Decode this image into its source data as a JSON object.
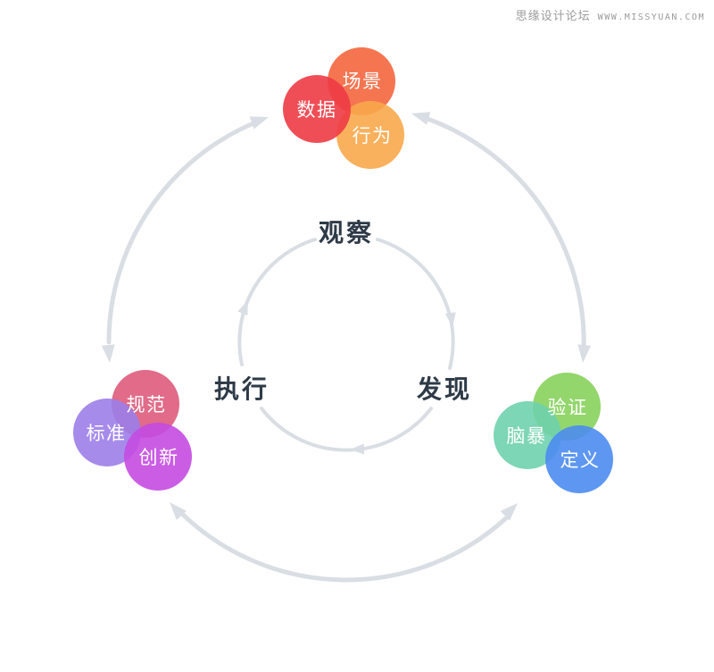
{
  "watermark": {
    "site_name": "思缘设计论坛",
    "site_url": "WWW.MISSYUAN.COM",
    "color": "#9B9B9B"
  },
  "palette": {
    "arc": "#D9DEE4",
    "center_text": "#2E3A47",
    "circle_text": "#FFFFFF",
    "background": "#FFFFFF"
  },
  "inner_cycle": {
    "top_label": "观察",
    "right_label": "发现",
    "left_label": "执行"
  },
  "clusters": {
    "top": {
      "back": {
        "label": "场景",
        "color": "#F4663E"
      },
      "mid": {
        "label": "行为",
        "color": "#F8A94B"
      },
      "front": {
        "label": "数据",
        "color": "#EE3B45"
      }
    },
    "left": {
      "back": {
        "label": "规范",
        "color": "#DE5B7B"
      },
      "mid": {
        "label": "标准",
        "color": "#9C7EE9"
      },
      "front": {
        "label": "创新",
        "color": "#C44BE1"
      }
    },
    "right": {
      "back": {
        "label": "验证",
        "color": "#87D15C"
      },
      "mid": {
        "label": "脑暴",
        "color": "#6FD2AD"
      },
      "front": {
        "label": "定义",
        "color": "#4D8CF0"
      }
    }
  }
}
